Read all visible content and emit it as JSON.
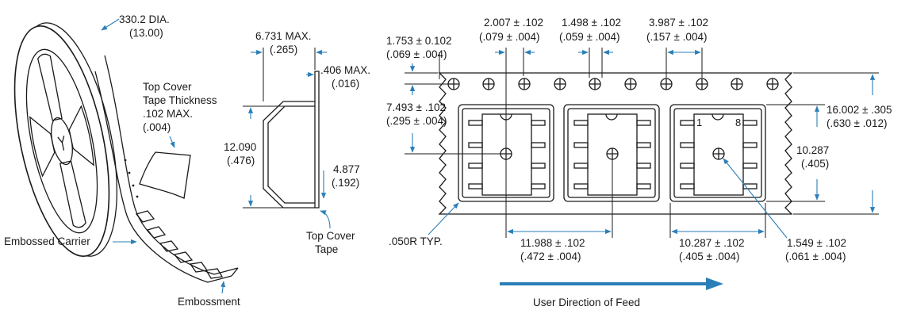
{
  "colors": {
    "accent": "#2a7fb8",
    "ink": "#1a1a1a",
    "feed_arrow": "#2a7fb8"
  },
  "reel": {
    "diameter_mm": "330.2 DIA.",
    "diameter_in": "(13.00)",
    "top_cover_thickness_l1": "Top Cover",
    "top_cover_thickness_l2": "Tape Thickness",
    "top_cover_thickness_l3": ".102 MAX.",
    "top_cover_thickness_l4": "(.004)",
    "embossed_carrier": "Embossed Carrier",
    "embossment": "Embossment"
  },
  "cross_section": {
    "width_max_mm": "6.731 MAX.",
    "width_max_in": "(.265)",
    "cover_max_mm": ".406 MAX.",
    "cover_max_in": "(.016)",
    "height_mm": "12.090",
    "height_in": "(.476)",
    "pocket_depth_mm": "4.877",
    "pocket_depth_in": "(.192)",
    "top_cover_tape_l1": "Top Cover",
    "top_cover_tape_l2": "Tape"
  },
  "tape": {
    "sprocket_offset_mm": "1.753 ± 0.102",
    "sprocket_offset_in": "(.069 ± .004)",
    "pitch_a_mm": "2.007 ± .102",
    "pitch_a_in": "(.079 ± .004)",
    "hole_dia_mm": "1.498 ± .102",
    "hole_dia_in": "(.059 ± .004)",
    "hole_pitch_mm": "3.987 ± .102",
    "hole_pitch_in": "(.157 ± .004)",
    "hole_to_center_mm": "7.493 ± .102",
    "hole_to_center_in": "(.295 ± .004)",
    "tape_width_mm": "16.002 ± .305",
    "tape_width_in": "(.630 ± .012)",
    "pocket_width_mm": "10.287",
    "pocket_width_in": "(.405)",
    "radius": ".050R TYP.",
    "pocket_pitch_mm": "11.988 ± .102",
    "pocket_pitch_in": "(.472 ± .004)",
    "pocket_len_mm": "10.287 ± .102",
    "pocket_len_in": "(.405 ± .004)",
    "center_hole_mm": "1.549 ± .102",
    "center_hole_in": "(.061 ± .004)",
    "pin1": "1",
    "pin8": "8",
    "feed_direction": "User Direction of Feed"
  }
}
